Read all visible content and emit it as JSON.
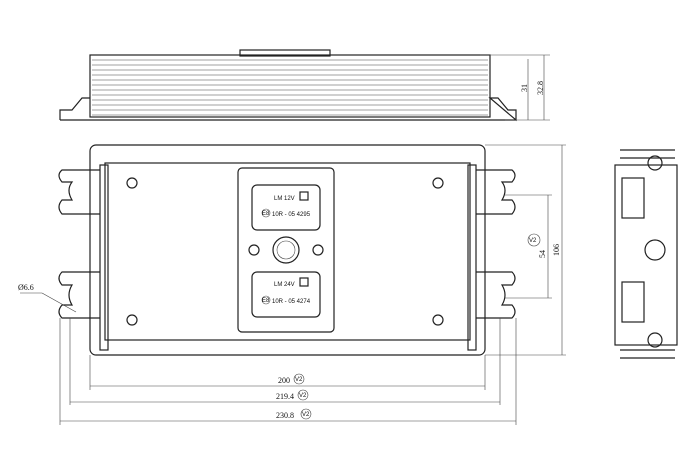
{
  "top_view": {
    "dim_height": "31",
    "dim_total_height": "32.8"
  },
  "front_view": {
    "module_top": {
      "label": "LM 12V",
      "approval_mark": "E8",
      "approval_number": "10R - 05  4295"
    },
    "module_bottom": {
      "label": "LM 24V",
      "approval_mark": "E8",
      "approval_number": "10R - 05  4274"
    },
    "dim_hole_spacing": "54",
    "dim_height": "106",
    "dim_hole_diameter": "Ø6.6",
    "dim_body_width": "200",
    "dim_hole_pitch_width": "219.4",
    "dim_overall_width": "230.8",
    "verify_marks": [
      "V2",
      "V2",
      "V2",
      "V2"
    ]
  }
}
